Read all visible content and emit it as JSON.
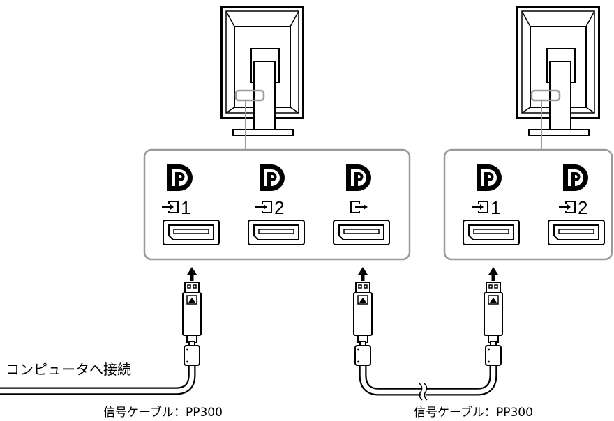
{
  "colors": {
    "line": "#000000",
    "highlight": "#9a9a9a",
    "background": "#ffffff"
  },
  "icons": {
    "logo": "displayport-logo-icon",
    "input": "input-icon",
    "output": "output-icon",
    "arrow": "arrow-up-icon"
  },
  "monitors": [
    {
      "ports": [
        {
          "icon": "input-icon",
          "number": "1"
        },
        {
          "icon": "input-icon",
          "number": "2"
        },
        {
          "icon": "output-icon"
        }
      ]
    },
    {
      "ports": [
        {
          "icon": "input-icon",
          "number": "1"
        },
        {
          "icon": "input-icon",
          "number": "2"
        }
      ]
    }
  ],
  "connect_to_computer": "コンピュータへ接続",
  "cables": [
    {
      "label": "信号ケーブル：PP300"
    },
    {
      "label": "信号ケーブル：PP300"
    }
  ]
}
